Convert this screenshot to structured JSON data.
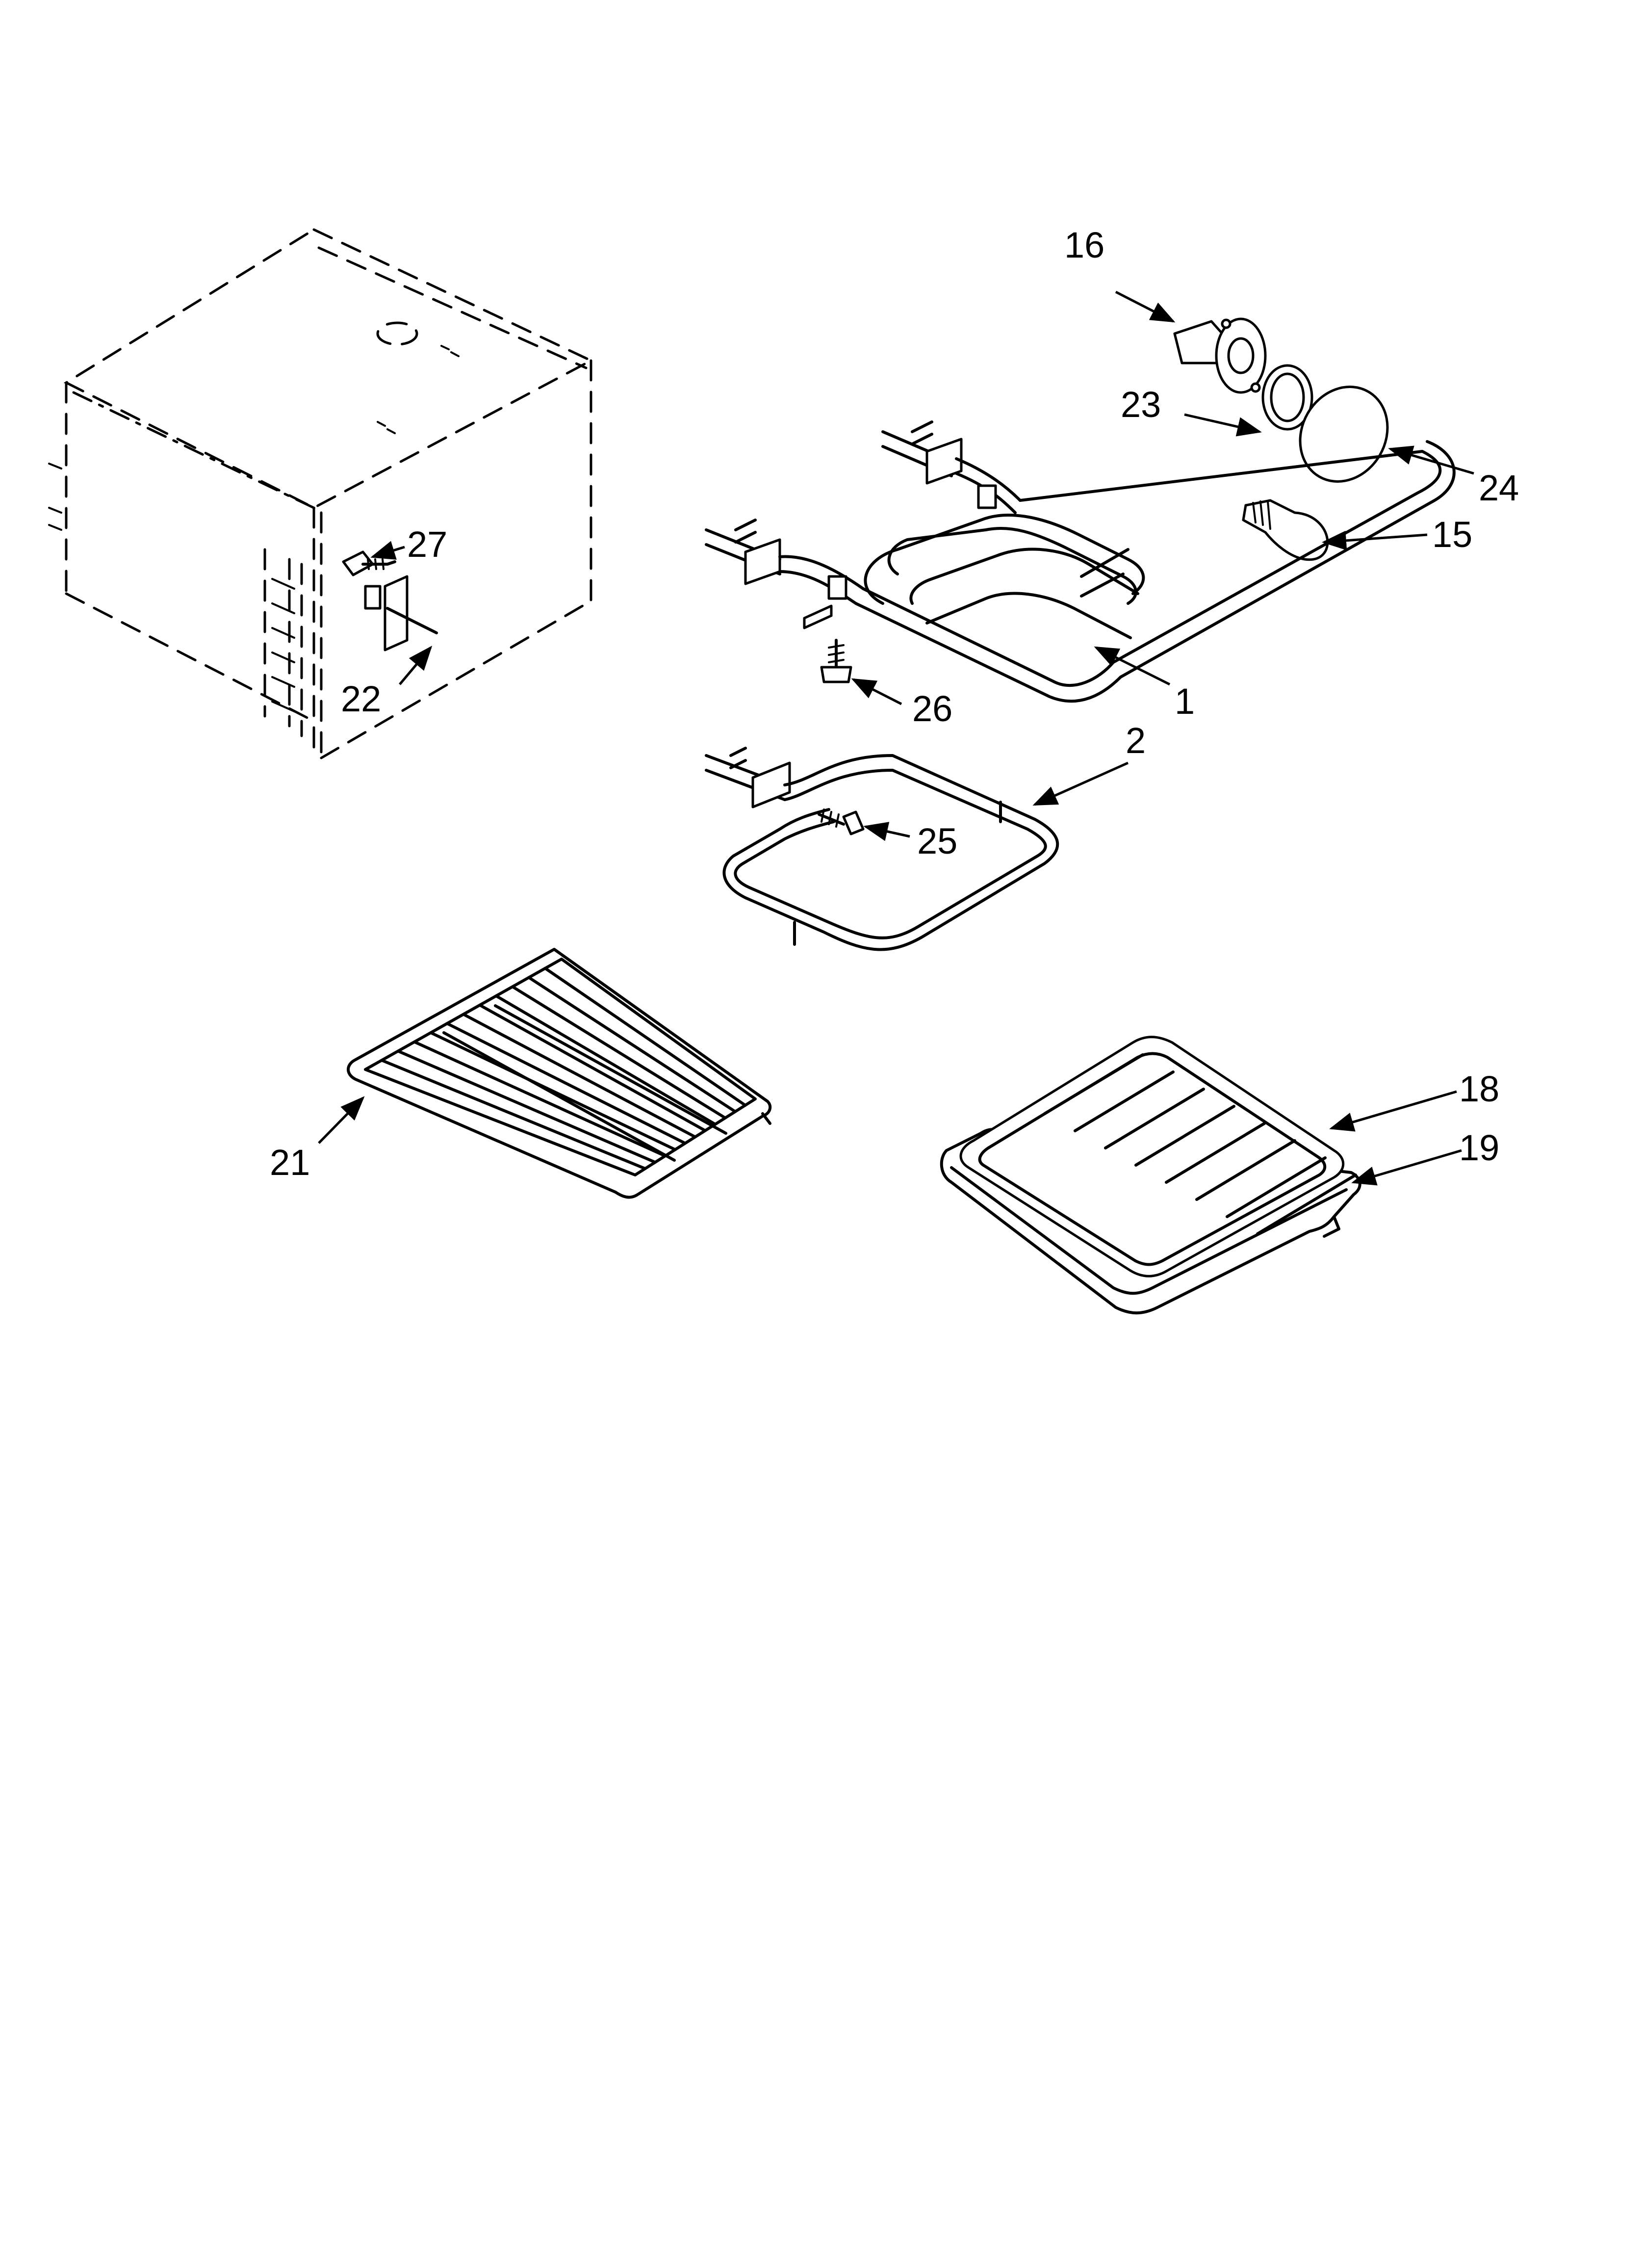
{
  "callouts": [
    {
      "id": "c16",
      "text": "16"
    },
    {
      "id": "c23",
      "text": "23"
    },
    {
      "id": "c24",
      "text": "24"
    },
    {
      "id": "c15",
      "text": "15"
    },
    {
      "id": "c27",
      "text": "27"
    },
    {
      "id": "c22",
      "text": "22"
    },
    {
      "id": "c1",
      "text": "1"
    },
    {
      "id": "c26",
      "text": "26"
    },
    {
      "id": "c2",
      "text": "2"
    },
    {
      "id": "c25",
      "text": "25"
    },
    {
      "id": "c21",
      "text": "21"
    },
    {
      "id": "c18",
      "text": "18"
    },
    {
      "id": "c19",
      "text": "19"
    }
  ]
}
